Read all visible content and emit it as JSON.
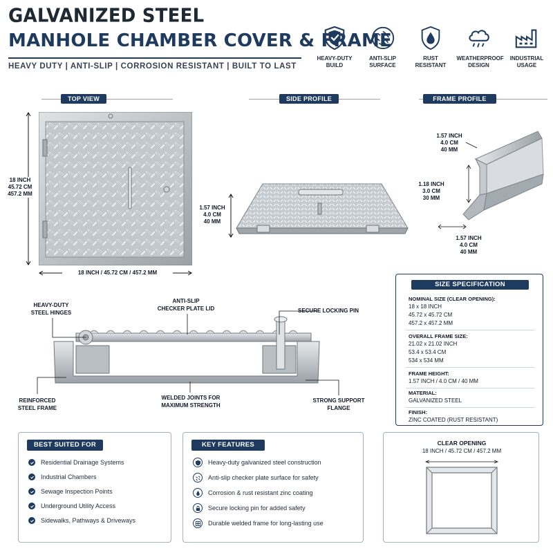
{
  "header": {
    "title_line1": "GALVANIZED STEEL",
    "title_line2": "MANHOLE CHAMBER COVER & FRAME",
    "tagline": "HEAVY DUTY | ANTI-SLIP | CORROSION RESISTANT | BUILT TO LAST"
  },
  "badges": [
    {
      "icon": "shield-check-icon",
      "line1": "HEAVY-DUTY",
      "line2": "BUILD"
    },
    {
      "icon": "anti-slip-icon",
      "line1": "ANTI-SLIP",
      "line2": "SURFACE"
    },
    {
      "icon": "rust-drop-icon",
      "line1": "RUST",
      "line2": "RESISTANT"
    },
    {
      "icon": "cloud-rain-icon",
      "line1": "WEATHERPROOF",
      "line2": "DESIGN"
    },
    {
      "icon": "factory-icon",
      "line1": "INDUSTRIAL",
      "line2": "USAGE"
    }
  ],
  "views": {
    "top_view": "TOP VIEW",
    "side_profile": "SIDE PROFILE",
    "frame_profile": "FRAME PROFILE"
  },
  "top_view_dims": {
    "height_1": "18 INCH",
    "height_2": "45.72 CM",
    "height_3": "457.2 MM",
    "width": "18 INCH / 45.72 CM / 457.2 MM"
  },
  "side_dims": {
    "h1": "1.57 INCH",
    "h2": "4.0 CM",
    "h3": "40 MM"
  },
  "frame_dims": {
    "top1": "1.57 INCH",
    "top2": "4.0 CM",
    "top3": "40 MM",
    "mid1": "1.18 INCH",
    "mid2": "3.0 CM",
    "mid3": "30 MM",
    "bot1": "1.57 INCH",
    "bot2": "4.0 CM",
    "bot3": "40 MM"
  },
  "callouts": {
    "hinges_1": "HEAVY-DUTY",
    "hinges_2": "STEEL HINGES",
    "lid_1": "ANTI-SLIP",
    "lid_2": "CHECKER PLATE LID",
    "pin": "SECURE LOCKING PIN",
    "frame_1": "REINFORCED",
    "frame_2": "STEEL FRAME",
    "welded_1": "WELDED JOINTS FOR",
    "welded_2": "MAXIMUM STRENGTH",
    "flange_1": "STRONG SUPPORT",
    "flange_2": "FLANGE"
  },
  "spec": {
    "title": "SIZE SPECIFICATION",
    "nominal_h": "NOMINAL SIZE (CLEAR OPENING):",
    "nominal_1": "18 x 18 INCH",
    "nominal_2": "45.72 x 45.72 CM",
    "nominal_3": "457.2 x 457.2 MM",
    "overall_h": "OVERALL FRAME SIZE:",
    "overall_1": "21.02 x 21.02 INCH",
    "overall_2": "53.4 x 53.4 CM",
    "overall_3": "534 x 534 MM",
    "height_h": "FRAME HEIGHT:",
    "height_v": "1.57 INCH / 4.0 CM / 40 MM",
    "material_h": "MATERIAL:",
    "material_v": "GALVANIZED STEEL",
    "finish_h": "FINISH:",
    "finish_v": "ZINC COATED (RUST RESISTANT)"
  },
  "best_suited": {
    "title": "BEST SUITED FOR",
    "items": [
      "Residential Drainage Systems",
      "Industrial Chambers",
      "Sewage Inspection Points",
      "Underground Utility Access",
      "Sidewalks, Pathways & Driveways"
    ]
  },
  "key_features": {
    "title": "KEY FEATURES",
    "items": [
      {
        "icon": "shield-icon",
        "text": "Heavy-duty galvanized steel construction"
      },
      {
        "icon": "texture-icon",
        "text": "Anti-slip checker plate surface for safety"
      },
      {
        "icon": "drop-icon",
        "text": "Corrosion & rust resistant zinc coating"
      },
      {
        "icon": "lock-icon",
        "text": "Secure locking pin for added safety"
      },
      {
        "icon": "grid-icon",
        "text": "Durable welded frame for long-lasting use"
      }
    ]
  },
  "clear_opening": {
    "title": "CLEAR OPENING",
    "value": "18 INCH / 45.72 CM / 457.2 MM"
  },
  "colors": {
    "navy": "#1e3a5f",
    "steel": "#c9ced3"
  }
}
